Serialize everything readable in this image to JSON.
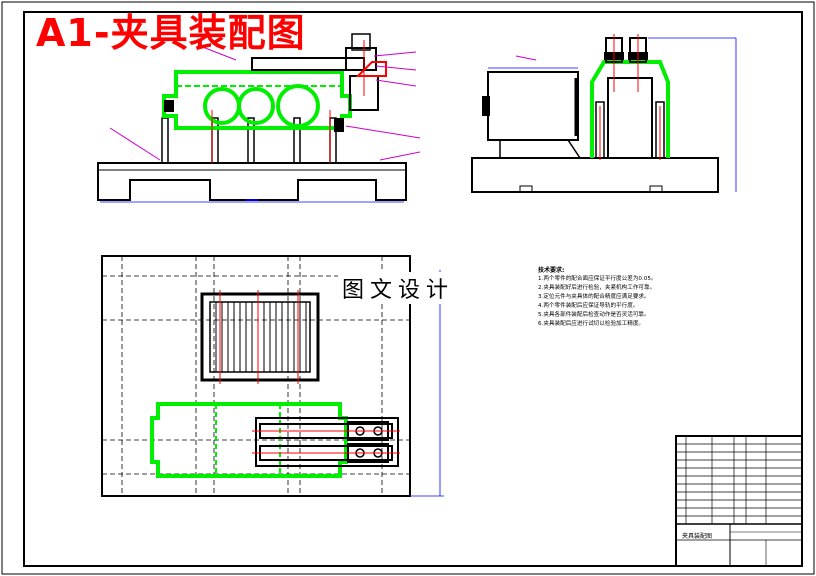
{
  "drawing": {
    "title": "A1-夹具装配图",
    "watermark": "图文设计",
    "notes_heading": "技术要求:",
    "notes": [
      "1.两个零件的配合面应保证平行度公差为0.05。",
      "2.夹具装配好后进行检验，夹紧机构工作可靠。",
      "3.定位元件与夹具体的配合精度应满足要求。",
      "4.两个零件装配后应保证导轨的平行度。",
      "5.夹具各部件装配后检查动作是否灵活可靠。",
      "6.夹具装配后应进行试切以检验加工精度。"
    ],
    "title_block_name": "夹具装配图",
    "colors": {
      "title": "#ff0000",
      "part": "#00ee00",
      "leader": "#cc00cc",
      "outline": "#000000",
      "annotation": "#0000ff"
    }
  }
}
